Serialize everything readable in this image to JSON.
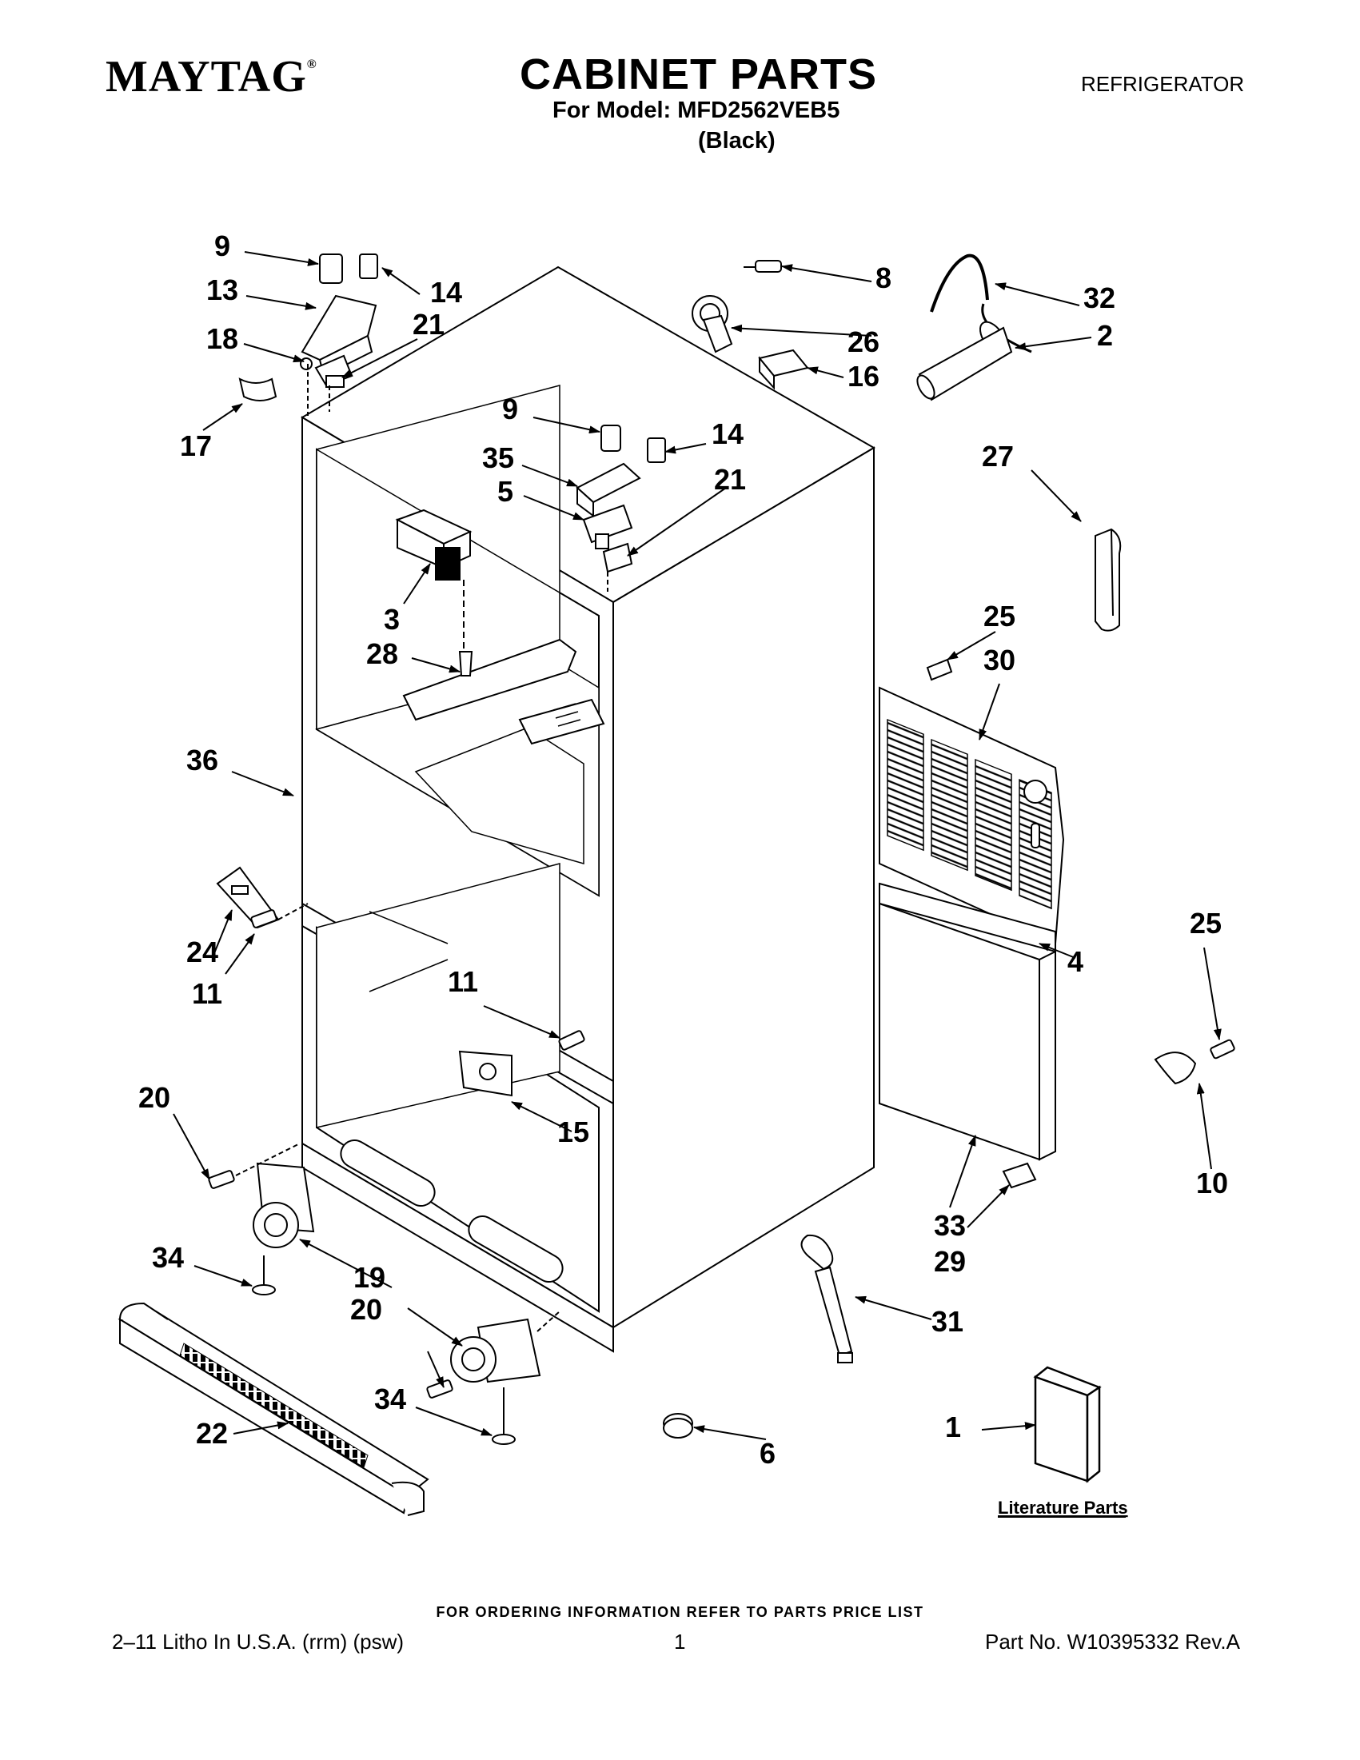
{
  "header": {
    "brand": "MAYTAG",
    "brand_mark": "®",
    "title": "CABINET PARTS",
    "appliance": "REFRIGERATOR",
    "model_line": "For Model: MFD2562VEB5",
    "color_line": "(Black)"
  },
  "callouts": [
    {
      "id": "c9a",
      "label": "9"
    },
    {
      "id": "c13",
      "label": "13"
    },
    {
      "id": "c14a",
      "label": "14"
    },
    {
      "id": "c18",
      "label": "18"
    },
    {
      "id": "c21a",
      "label": "21"
    },
    {
      "id": "c17",
      "label": "17"
    },
    {
      "id": "c9b",
      "label": "9"
    },
    {
      "id": "c35",
      "label": "35"
    },
    {
      "id": "c5",
      "label": "5"
    },
    {
      "id": "c14b",
      "label": "14"
    },
    {
      "id": "c21b",
      "label": "21"
    },
    {
      "id": "c3",
      "label": "3"
    },
    {
      "id": "c28",
      "label": "28"
    },
    {
      "id": "c8",
      "label": "8"
    },
    {
      "id": "c26",
      "label": "26"
    },
    {
      "id": "c16",
      "label": "16"
    },
    {
      "id": "c32",
      "label": "32"
    },
    {
      "id": "c2",
      "label": "2"
    },
    {
      "id": "c27",
      "label": "27"
    },
    {
      "id": "c25a",
      "label": "25"
    },
    {
      "id": "c30",
      "label": "30"
    },
    {
      "id": "c36",
      "label": "36"
    },
    {
      "id": "c24",
      "label": "24"
    },
    {
      "id": "c11a",
      "label": "11"
    },
    {
      "id": "c11b",
      "label": "11"
    },
    {
      "id": "c15",
      "label": "15"
    },
    {
      "id": "c4",
      "label": "4"
    },
    {
      "id": "c25b",
      "label": "25"
    },
    {
      "id": "c10",
      "label": "10"
    },
    {
      "id": "c20a",
      "label": "20"
    },
    {
      "id": "c34a",
      "label": "34"
    },
    {
      "id": "c19",
      "label": "19"
    },
    {
      "id": "c20b",
      "label": "20"
    },
    {
      "id": "c34b",
      "label": "34"
    },
    {
      "id": "c22",
      "label": "22"
    },
    {
      "id": "c6",
      "label": "6"
    },
    {
      "id": "c33",
      "label": "33"
    },
    {
      "id": "c29",
      "label": "29"
    },
    {
      "id": "c31",
      "label": "31"
    },
    {
      "id": "c1",
      "label": "1"
    }
  ],
  "literature_label": "Literature Parts",
  "footer": {
    "ordering_note": "FOR ORDERING INFORMATION REFER TO PARTS PRICE LIST",
    "litho": "2–11 Litho In U.S.A. (rrm) (psw)",
    "page_number": "1",
    "part_number": "Part No. W10395332 Rev.A"
  }
}
